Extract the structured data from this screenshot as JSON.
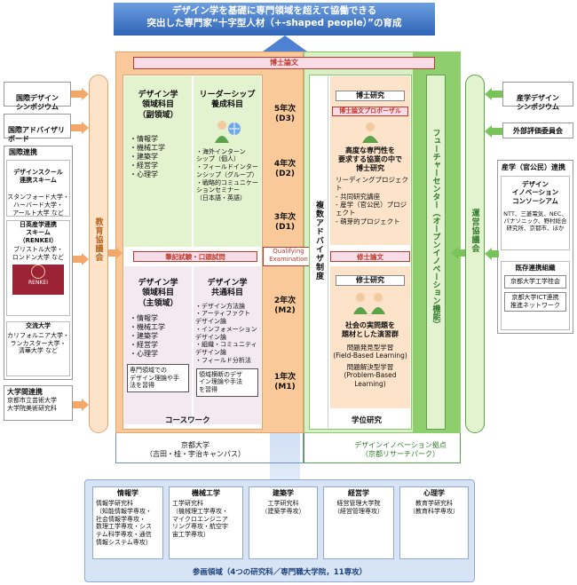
{
  "title": {
    "line1": "デザイン学を基礎に専門領域を超えて協働できる",
    "line2": "突出した専門家“十字型人材（+-shaped people）”の育成"
  },
  "left": {
    "intl_symposium": "国際デザイン\nシンポジウム",
    "intl_advisory": "国際アドバイザリ\nボード",
    "intl_collab": {
      "title": "国際連携",
      "school_title": "デザインスクール\n連携スキーム",
      "school_members": "スタンフォード大学・\nハーバード大学・\nアールト大学 など",
      "jp_uk_title": "日英産学連携\nスキーム\n（RENKEI）",
      "jp_uk_members": "ブリストル大学・\nロンドン大学 など",
      "logo_text": "RENKEI",
      "exchange_title": "交流大学",
      "exchange_members": "カリフォルニア大学・\nランカスター大学・\n清華大学 など"
    },
    "univ_collab": {
      "title": "大学間連携",
      "members": "京都市立芸術大学\n大学院美術研究科"
    },
    "council": "教育協議会"
  },
  "center": {
    "doctoral_thesis_bar": "博士論文",
    "design_sub": {
      "title": "デザイン学\n領域科目\n（副領域）",
      "items": [
        "情報学",
        "機械工学",
        "建築学",
        "経営学",
        "心理学"
      ]
    },
    "leadership": {
      "title": "リーダーシップ\n養成科目",
      "items": [
        "海外インターン\nシップ（個人）",
        "フィールドインター\nンシップ（グループ）",
        "戦略的コミュニケー\nションセミナー\n（日本語・英語）"
      ]
    },
    "qe_bar": "筆記試験・口頭試問",
    "qe_label": "Qualifying\nExamination",
    "design_main": {
      "title": "デザイン学\n領域科目\n（主領域）",
      "items": [
        "情報学",
        "機械工学",
        "建築学",
        "経営学",
        "心理学"
      ],
      "note": "専門領域での\nデザイン理論や手\n法を習得"
    },
    "design_common": {
      "title": "デザイン学\n共通科目",
      "items": [
        "デザイン方法論",
        "アーティファクト\nデザイン論",
        "インフォメーション\nデザイン論",
        "組織・コミュニティ\nデザイン論",
        "フィールド分析法"
      ],
      "note": "領域横断のデザ\nイン理論や手法\nを習得"
    },
    "coursework": "コースワーク",
    "years": [
      {
        "year": "5年次",
        "code": "(D3)"
      },
      {
        "year": "4年次",
        "code": "(D2)"
      },
      {
        "year": "3年次",
        "code": "(D1)"
      },
      {
        "year": "2年次",
        "code": "(M2)"
      },
      {
        "year": "1年次",
        "code": "(M1)"
      }
    ],
    "campus": "京都大学\n（吉田・桂・宇治キャンパス）"
  },
  "right_center": {
    "advisor": "複数アドバイザ制度",
    "doctoral_research": "博士研究",
    "proposal": "博士論文プロポーザル",
    "doc_desc": "高度な専門性を\n要求する協業の中で\n博士研究",
    "doc_projects_title": "リーディングプロジェクト",
    "doc_projects": [
      "共同研究講座",
      "産学（官公民）プロジェクト",
      "萌芽的プロジェクト"
    ],
    "master_thesis_bar": "修士論文",
    "master_research": "修士研究",
    "master_desc": "社会の実問題を\n題材とした演習群",
    "pbl1": "問題発見型学習\n(Field-Based Learning)",
    "pbl2": "問題解決型学習\n(Problem-Based Learning)",
    "degree_research": "学位研究",
    "future_center": "フューチャーセンター（オープンイノベーション機能）",
    "hub": "デザインイノベーション拠点\n（京都リサーチパーク）"
  },
  "right": {
    "symposium": "産学デザイン\nシンポジウム",
    "eval": "外部評価委員会",
    "industry_title": "産学（官公民）連携",
    "consortium_title": "デザイン\nイノベーション\nコンソーシアム",
    "consortium_members": "NTT、三菱電気、NEC、\nパナソニック、野村総合\n研究所、京都市、ほか",
    "existing_title": "既存連携組織",
    "existing1": "京都大学工学桂会",
    "existing2": "京都大学ICT連携\n推進ネットワーク",
    "council": "運営協議会"
  },
  "bottom": {
    "depts": [
      {
        "name": "情報学",
        "desc": "情報学研究科\n（知能情報学専攻・\n社会情報学専攻・\n数理工学専攻・シス\nテム科学専攻・通信\n情報システム専攻）"
      },
      {
        "name": "機械工学",
        "desc": "工学研究科\n（機械理工学専攻・\nマイクロエンジニア\nリング専攻・航空宇\n宙工学専攻）"
      },
      {
        "name": "建築学",
        "desc": "工学研究科\n（建築学専攻）"
      },
      {
        "name": "経営学",
        "desc": "経営管理大学院\n（経営管理専攻）"
      },
      {
        "name": "心理学",
        "desc": "教育学研究科\n（教育科学専攻）"
      }
    ],
    "footer": "参画領域（4つの研究科／専門職大学院，11専攻）"
  },
  "colors": {
    "orange": "#f9c99a",
    "orange_light": "#fde3c9",
    "green": "#79c35a",
    "green_light": "#e3f2cf",
    "blue": "#5b8fd6",
    "pink": "#f8dde8",
    "red": "#c0392b"
  }
}
